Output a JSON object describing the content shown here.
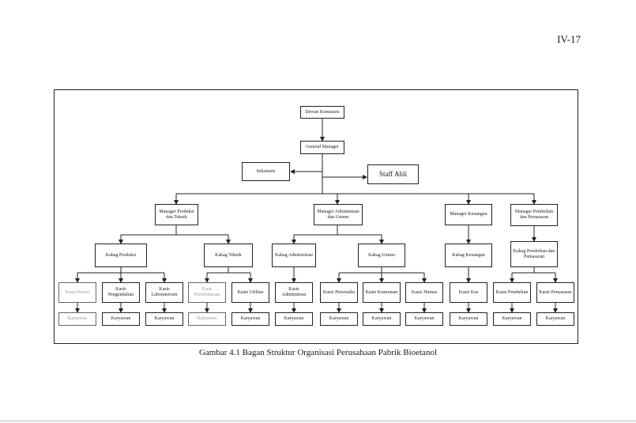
{
  "page_number": "IV-17",
  "caption": "Gambar 4.1  Bagan Struktur Organisasi Perusahaan Pabrik Bioetanol",
  "org_chart": {
    "dewan_komisaris": "Dewan Komisaris",
    "general_manager": "General Manager",
    "sekretaris": "Sekretaris",
    "staff_ahli": "Staff Ahli",
    "manager_produksi": "Manager Produksi dan Teknik",
    "manager_administrasi": "Manager Administrasi dan Umum",
    "manager_keuangan": "Manager Keuangan",
    "manager_pembelian": "Manager Pembelian dan Pemasaran",
    "kabag_produksi": "Kabag Produksi",
    "kabag_teknik": "Kabag Teknik",
    "kabag_administrasi": "Kabag Administrasi",
    "kabag_umum": "Kabag Umum",
    "kabag_keuangan": "Kabag Keuangan",
    "kabag_pembelian": "Kabag Pembelian dan Pemasaran",
    "kasie_proses": "Kasie Proses",
    "kasie_pengendalian": "Kasie Pengendalian",
    "kasie_laboratorium": "Kasie Laboratorium",
    "kasie_pemeliharaan": "Kasie Pemeliharaan",
    "kasie_utilitas": "Kasie Utilitas",
    "kasie_administrasi": "Kasie Administrasi",
    "kasie_personalia": "Kasie Personalia",
    "kasie_keamanan": "Kasie Keamanan",
    "kasie_humas": "Kasie Humas",
    "kasie_kas": "Kasie Kas",
    "kasie_pembelian": "Kasie Pembelian",
    "kasie_pemasaran": "Kasie Pemasaran",
    "karyawan": "Karyawan"
  }
}
